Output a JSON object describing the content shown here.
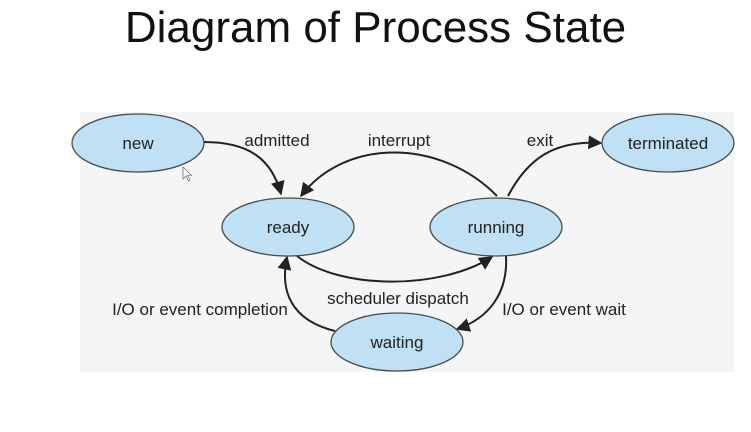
{
  "slide": {
    "title": "Diagram of Process State"
  },
  "diagram": {
    "states": {
      "new": "new",
      "ready": "ready",
      "running": "running",
      "waiting": "waiting",
      "terminated": "terminated"
    },
    "transitions": {
      "admitted": "admitted",
      "interrupt": "interrupt",
      "exit": "exit",
      "scheduler_dispatch": "scheduler dispatch",
      "io_event_completion": "I/O or event completion",
      "io_event_wait": "I/O or event wait"
    },
    "colors": {
      "state_fill": "#bfe0f5",
      "state_stroke": "#4a4a4a",
      "arrow": "#222222",
      "panel_background": "#f4f5f7"
    }
  }
}
